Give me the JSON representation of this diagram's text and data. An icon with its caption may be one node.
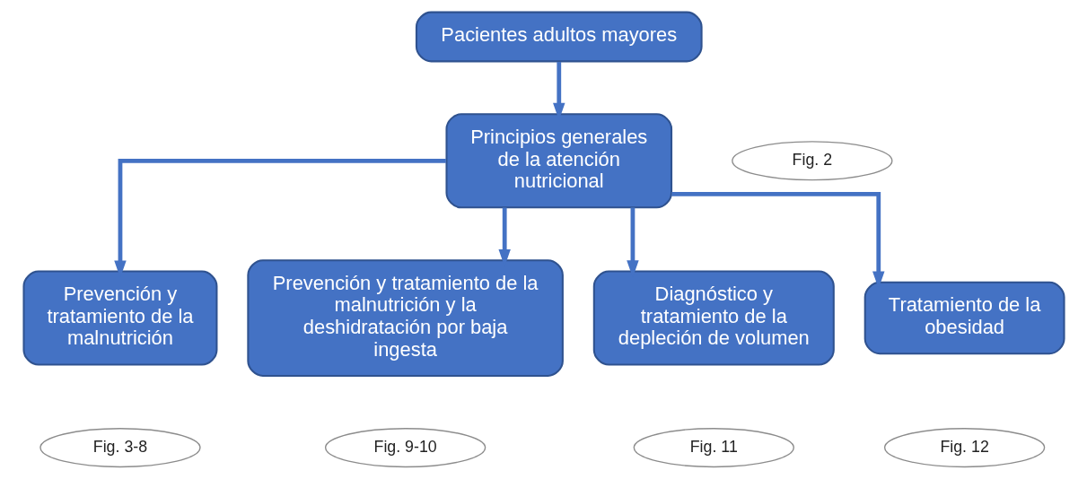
{
  "diagram": {
    "nodes": [
      {
        "text": [
          "Pacientes adultos mayores"
        ]
      },
      {
        "text": [
          "Principios generales de la atención nutricional"
        ]
      },
      {
        "text": [
          "Fig. 2"
        ]
      },
      {
        "text": [
          "Prevención y tratamiento de la malnutrición"
        ]
      },
      {
        "text": [
          "Prevención y tratamiento de la malnutrición y la deshidratación por baja ingesta"
        ]
      },
      {
        "text": [
          "Diagnóstico y tratamiento de la depleción de volumen"
        ]
      },
      {
        "text": [
          "Tratamiento de la obesidad"
        ]
      },
      {
        "text": [
          "Fig. 3-8"
        ]
      },
      {
        "text": [
          "Fig. 9-10"
        ]
      },
      {
        "text": [
          "Fig. 11"
        ]
      },
      {
        "text": [
          "Fig. 12"
        ]
      }
    ],
    "edges": [
      {
        "from": 0,
        "to": 1,
        "arrow": "to"
      },
      {
        "from": 1,
        "to": 3,
        "arrow": "to"
      },
      {
        "from": 1,
        "to": 4,
        "arrow": "to"
      },
      {
        "from": 1,
        "to": 5,
        "arrow": "to"
      },
      {
        "from": 1,
        "to": 6,
        "arrow": "to"
      }
    ]
  }
}
